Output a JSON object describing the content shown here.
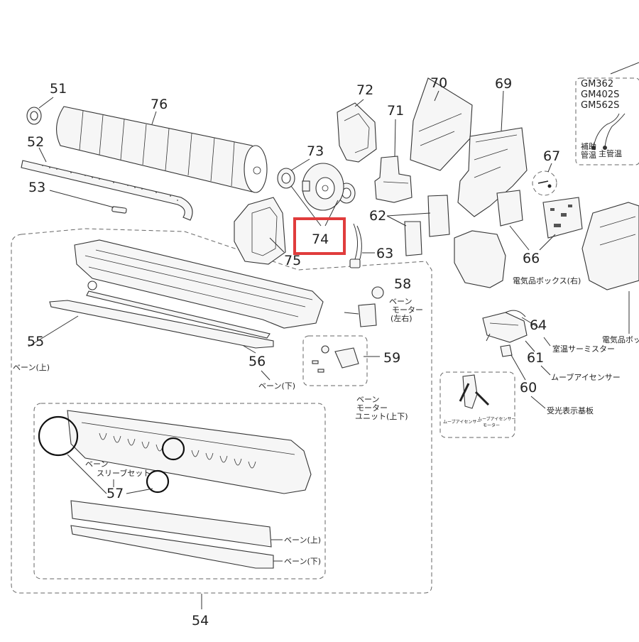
{
  "highlight": {
    "label": "74",
    "color": "#e03c3c"
  },
  "labels": {
    "n51": "51",
    "n52": "52",
    "n53": "53",
    "n54": "54",
    "n55": "55",
    "n56": "56",
    "n57": "57",
    "n58": "58",
    "n59": "59",
    "n60": "60",
    "n61": "61",
    "n62": "62",
    "n63": "63",
    "n64": "64",
    "n66": "66",
    "n67": "67",
    "n69": "69",
    "n70": "70",
    "n71": "71",
    "n72": "72",
    "n73": "73",
    "n74": "74",
    "n75": "75",
    "n76": "76"
  },
  "models": [
    "GM362",
    "GM402S",
    "GM562S"
  ],
  "texts": {
    "hojo_1": "補助",
    "hojo_2": "管温",
    "shukan": "主管温",
    "vane_upper": "ベーン(上)",
    "vane_lower": "ベーン(下)",
    "vane_motor_lr_1": "ベーン",
    "vane_motor_lr_2": "モーター",
    "vane_motor_lr_3": "(左右)",
    "vane_motor_unit_1": "ベーン",
    "vane_motor_unit_2": "モーター",
    "vane_motor_unit_3": "ユニット(上下)",
    "sleeve_1": "ベーン",
    "sleeve_2": "スリーブセット",
    "inner_vane_upper": "ベーン(上)",
    "inner_vane_lower": "ベーン(下)",
    "room_thermistor": "室温サーミスター",
    "move_eye": "ムーブアイセンサー",
    "receiver_board": "受光表示基板",
    "elec_box_right": "電気品ボックス(右)",
    "elec_box_cut": "電気品ボッ",
    "inset_sensor": "ムーブアイセンサー",
    "inset_motor_1": "ムーブアイセンサー",
    "inset_motor_2": "モーター"
  }
}
